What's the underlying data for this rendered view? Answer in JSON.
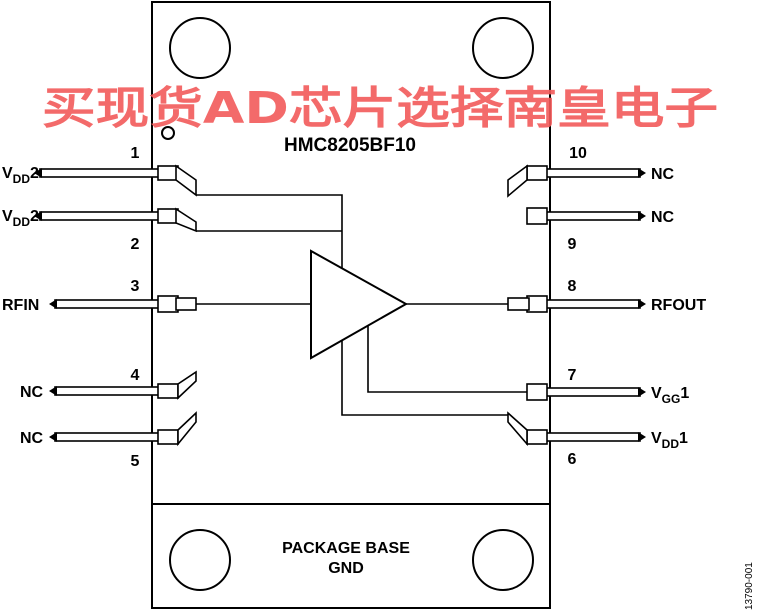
{
  "part_number": "HMC8205BF10",
  "watermark": "买现货AD芯片选择南皇电子",
  "package_base": {
    "line1": "PACKAGE BASE",
    "line2": "GND"
  },
  "figure_id": "13790-001",
  "colors": {
    "watermark": "#f25a5a",
    "ink": "#000000"
  },
  "pins": {
    "p1": {
      "number": "1",
      "name": "V",
      "sub": "DD",
      "suffix": "2"
    },
    "p2": {
      "number": "2",
      "name": "V",
      "sub": "DD",
      "suffix": "2"
    },
    "p3": {
      "number": "3",
      "name": "RFIN"
    },
    "p4": {
      "number": "4",
      "name": "NC"
    },
    "p5": {
      "number": "5",
      "name": "NC"
    },
    "p6": {
      "number": "6",
      "name": "V",
      "sub": "DD",
      "suffix": "1"
    },
    "p7": {
      "number": "7",
      "name": "V",
      "sub": "GG",
      "suffix": "1"
    },
    "p8": {
      "number": "8",
      "name": "RFOUT"
    },
    "p9": {
      "number": "9",
      "name": "NC"
    },
    "p10": {
      "number": "10",
      "name": "NC"
    }
  },
  "icons": {
    "amplifier": "amplifier-triangle-icon",
    "pin1_marker": "pin1-dot-icon",
    "mounting_holes": "mounting-hole-icon"
  }
}
